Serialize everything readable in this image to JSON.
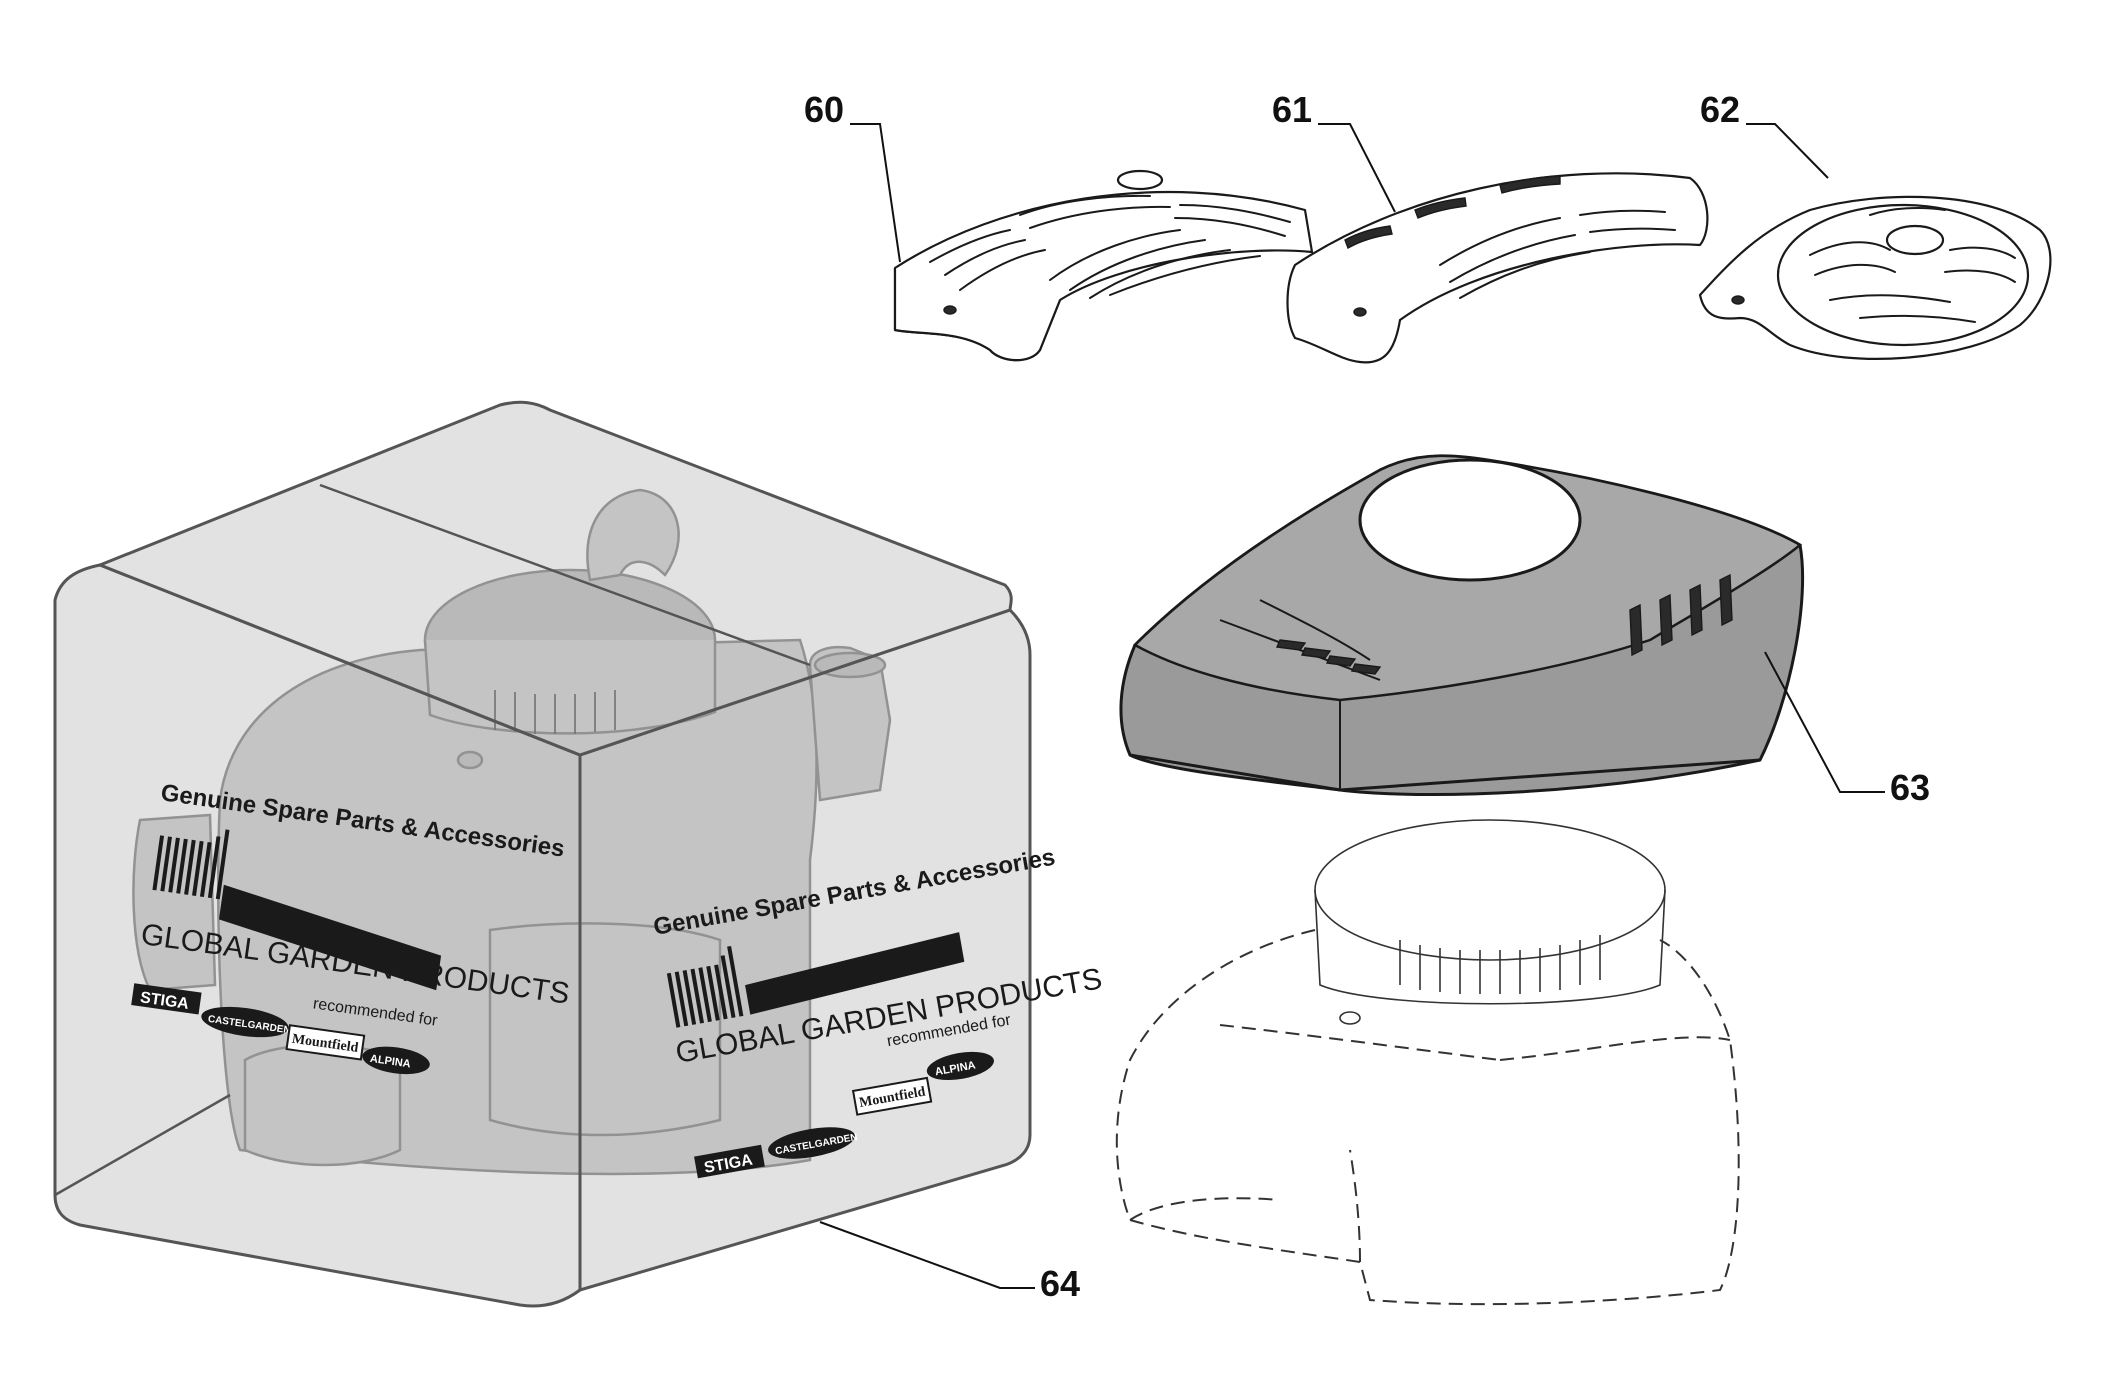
{
  "callouts": {
    "p60": "60",
    "p61": "61",
    "p62": "62",
    "p63": "63",
    "p64": "64"
  },
  "box_label": {
    "headline": "Genuine Spare Parts & Accessories",
    "company": "GLOBAL GARDEN PRODUCTS",
    "recommended": "recommended for",
    "brands": {
      "stiga": "STIGA",
      "castelgarden": "CASTELGARDEN",
      "mountfield": "Mountfield",
      "alpina": "ALPINA"
    }
  },
  "colors": {
    "ink": "#1a1a1a",
    "cover_fill": "#9a9a9a",
    "box_tint": "#bebebe"
  }
}
